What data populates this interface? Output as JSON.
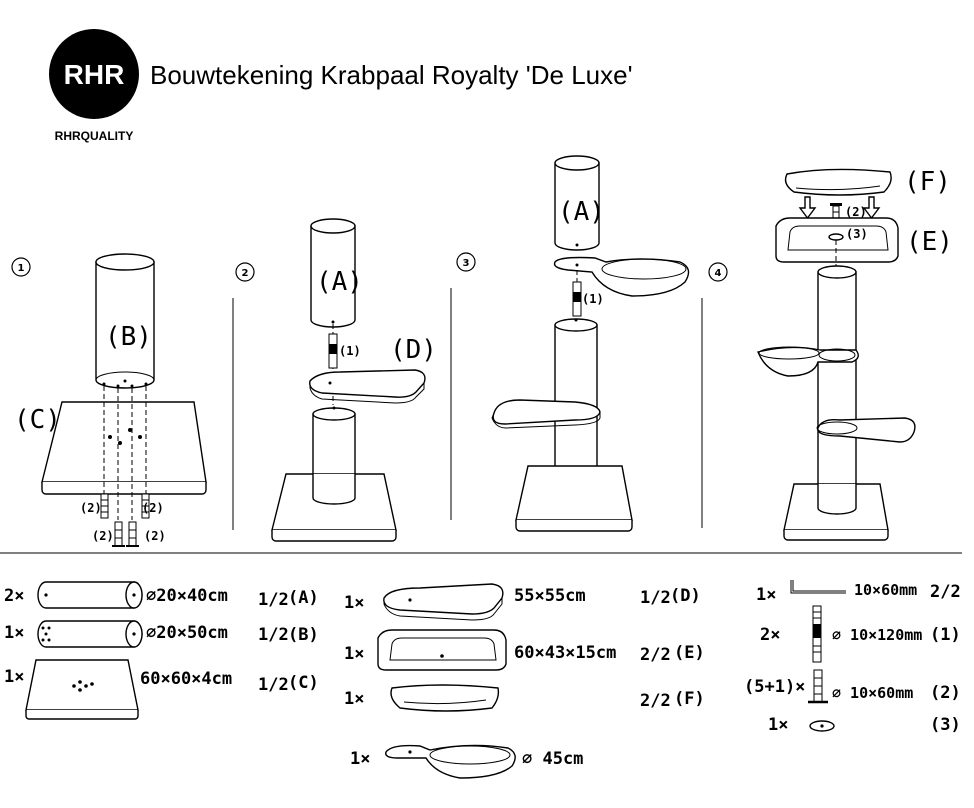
{
  "header": {
    "logo_mark": "RHR",
    "logo_caption": "RHRQUALITY",
    "title": "Bouwtekening Krabpaal Royalty 'De Luxe'"
  },
  "steps": [
    {
      "number": "1",
      "labels": [
        "(B)",
        "(C)"
      ],
      "screw_labels": [
        "(2)",
        "(2)",
        "(2)",
        "(2)"
      ]
    },
    {
      "number": "2",
      "labels": [
        "(A)",
        "(D)"
      ],
      "screw_label": "(1)"
    },
    {
      "number": "3",
      "labels": [
        "(A)"
      ],
      "screw_label": "(1)"
    },
    {
      "number": "4",
      "labels": [
        "(F)",
        "(E)"
      ],
      "screw_labels": [
        "(2)",
        "(3)"
      ]
    }
  ],
  "parts": [
    {
      "qty": "2×",
      "size": "∅20×40cm",
      "ratio": "1/2",
      "code": "(A)"
    },
    {
      "qty": "1×",
      "size": "∅20×50cm",
      "ratio": "1/2",
      "code": "(B)"
    },
    {
      "qty": "1×",
      "size": "60×60×4cm",
      "ratio": "1/2",
      "code": "(C)"
    },
    {
      "qty": "1×",
      "size": "55×55cm",
      "ratio": "1/2",
      "code": "(D)"
    },
    {
      "qty": "1×",
      "size": "60×43×15cm",
      "ratio": "2/2",
      "code": "(E)"
    },
    {
      "qty": "1×",
      "size": "",
      "ratio": "2/2",
      "code": "(F)"
    },
    {
      "qty": "1×",
      "size": "∅ 45cm",
      "ratio": "",
      "code": ""
    }
  ],
  "hardware": [
    {
      "qty": "1×",
      "size": "10×60mm",
      "ratio": "2/2",
      "code": ""
    },
    {
      "qty": "2×",
      "size": "∅ 10×120mm",
      "ratio": "",
      "code": "(1)"
    },
    {
      "qty": "(5+1)×",
      "size": "∅ 10×60mm",
      "ratio": "",
      "code": "(2)"
    },
    {
      "qty": "1×",
      "size": "",
      "ratio": "",
      "code": "(3)"
    }
  ]
}
